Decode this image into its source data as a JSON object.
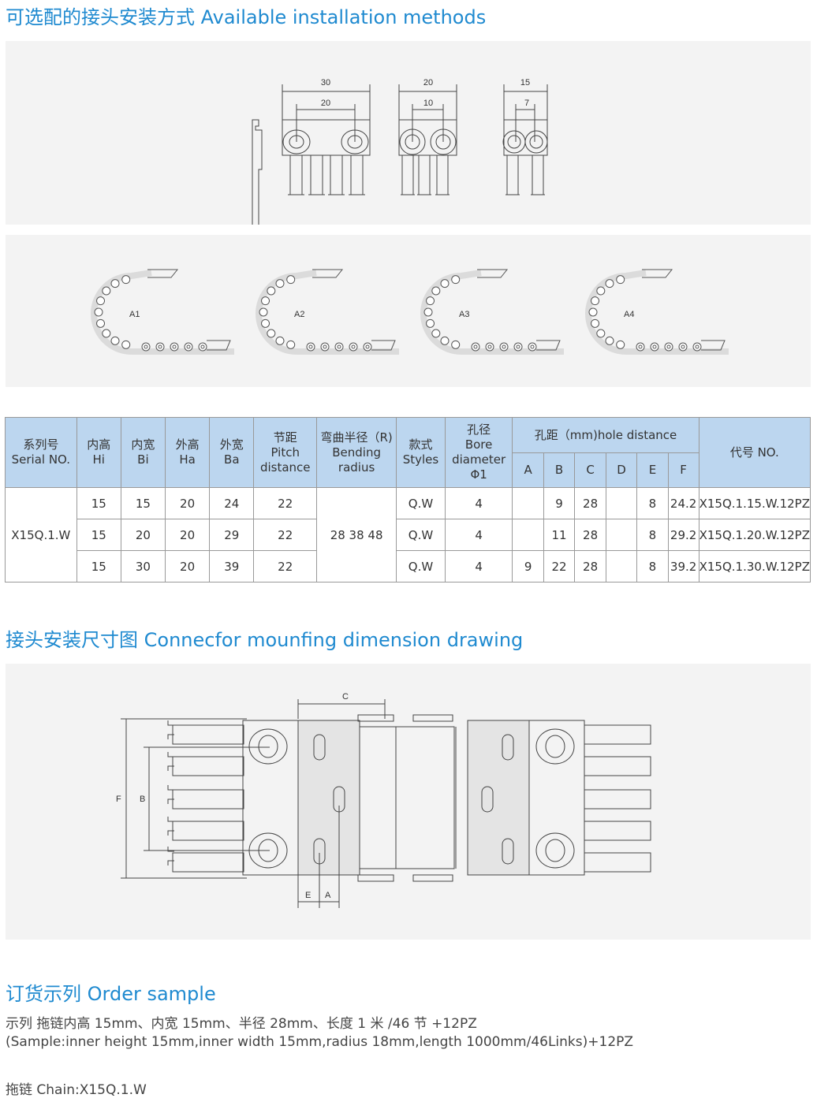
{
  "section1": {
    "title": "可选配的接头安装方式 Available installation methods",
    "dims": [
      {
        "outer": "30",
        "inner": "20"
      },
      {
        "outer": "20",
        "inner": "10"
      },
      {
        "outer": "15",
        "inner": "7"
      }
    ],
    "bend_labels": [
      "A1",
      "A2",
      "A3",
      "A4"
    ]
  },
  "table": {
    "headers": {
      "serial": [
        "系列号",
        "Serial NO."
      ],
      "hi": [
        "内高",
        "Hi"
      ],
      "bi": [
        "内宽",
        "Bi"
      ],
      "ha": [
        "外高",
        "Ha"
      ],
      "ba": [
        "外宽",
        "Ba"
      ],
      "pitch": [
        "节距",
        "Pitch",
        "distance"
      ],
      "radius": [
        "弯曲半径（R)",
        "Bending",
        "radius"
      ],
      "styles": [
        "款式",
        "Styles"
      ],
      "bore": [
        "孔径",
        "Bore",
        "diameter",
        "Φ1"
      ],
      "hole": "孔距（mm)hole distance",
      "hole_cols": [
        "A",
        "B",
        "C",
        "D",
        "E",
        "F"
      ],
      "no": "代号 NO."
    },
    "serial": "X15Q.1.W",
    "radius": "28 38 48",
    "rows": [
      {
        "hi": "15",
        "bi": "15",
        "ha": "20",
        "ba": "24",
        "pitch": "22",
        "style": "Q.W",
        "bore": "4",
        "A": "",
        "B": "9",
        "C": "28",
        "D": "",
        "E": "8",
        "F": "24.2",
        "no": "X15Q.1.15.W.12PZ"
      },
      {
        "hi": "15",
        "bi": "20",
        "ha": "20",
        "ba": "29",
        "pitch": "22",
        "style": "Q.W",
        "bore": "4",
        "A": "",
        "B": "11",
        "C": "28",
        "D": "",
        "E": "8",
        "F": "29.2",
        "no": "X15Q.1.20.W.12PZ"
      },
      {
        "hi": "15",
        "bi": "30",
        "ha": "20",
        "ba": "39",
        "pitch": "22",
        "style": "Q.W",
        "bore": "4",
        "A": "9",
        "B": "22",
        "C": "28",
        "D": "",
        "E": "8",
        "F": "39.2",
        "no": "X15Q.1.30.W.12PZ"
      }
    ]
  },
  "section2": {
    "title": "接头安装尺寸图 Connecfor mounfing dimension drawing",
    "labels": {
      "C": "C",
      "F": "F",
      "B": "B",
      "E": "E",
      "A": "A"
    }
  },
  "section3": {
    "title": "订货示列 Order sample",
    "line1": "示列 拖链内高 15mm、内宽 15mm、半径 28mm、长度 1 米 /46 节 +12PZ",
    "line2": "(Sample:inner height 15mm,inner width 15mm,radius 18mm,length 1000mm/46Links)+12PZ",
    "line3": "拖链 Chain:X15Q.1.W"
  }
}
